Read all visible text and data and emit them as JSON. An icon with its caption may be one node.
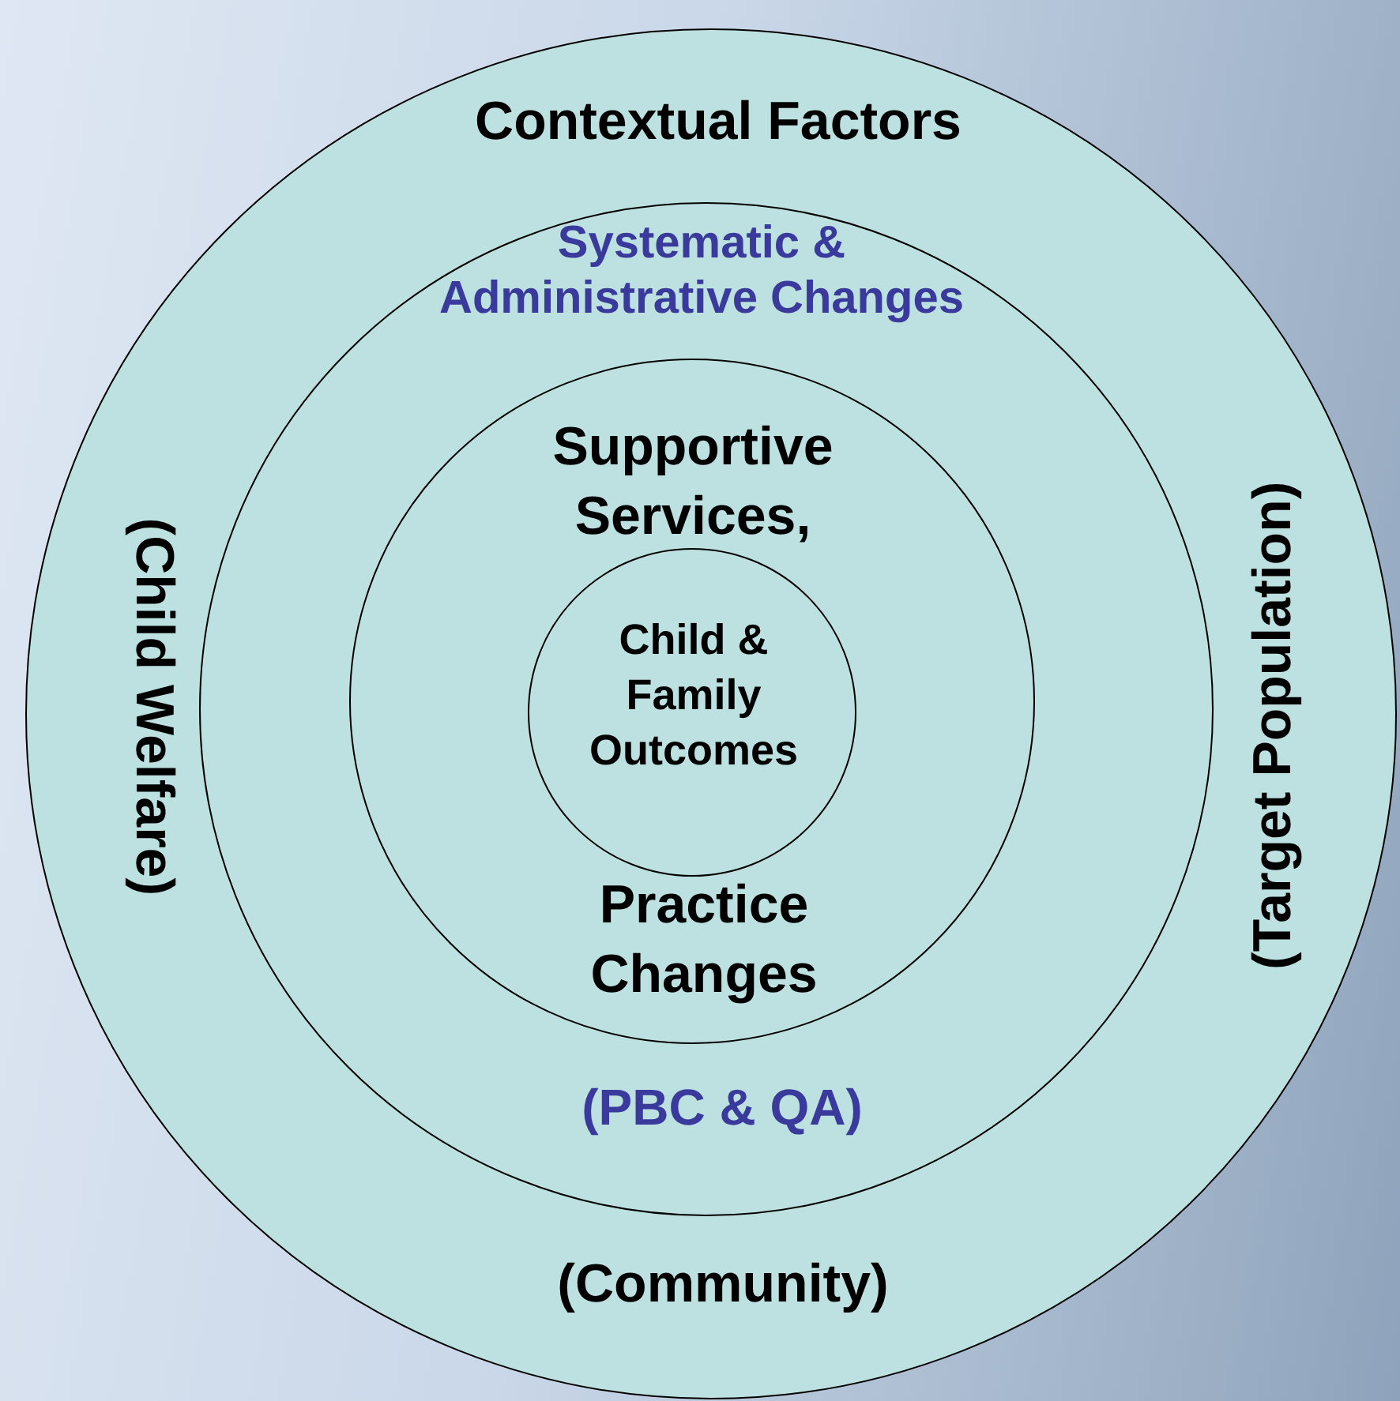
{
  "diagram": {
    "nodes": [
      {
        "text": [
          "Contextual Factors",
          "(Child Welfare)",
          "(Target Population)",
          "(Community)"
        ]
      },
      {
        "text": [
          "Systematic & Administrative Changes",
          "(PBC & QA)"
        ],
        "in": 0
      },
      {
        "text": [
          "Supportive Services,",
          "Practice Changes"
        ],
        "in": 1
      },
      {
        "text": [
          "Child & Family Outcomes"
        ],
        "in": 2
      }
    ]
  }
}
